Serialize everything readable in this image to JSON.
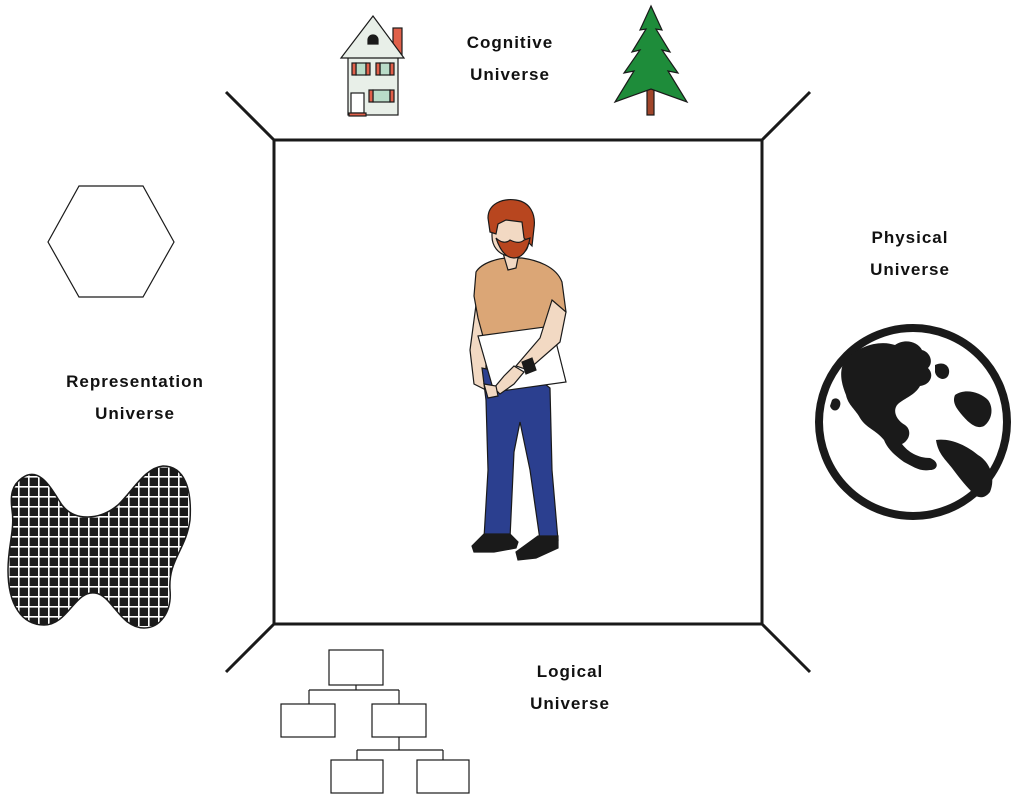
{
  "labels": {
    "cognitive": {
      "line1": "Cognitive",
      "line2": "Universe"
    },
    "physical": {
      "line1": "Physical",
      "line2": "Universe"
    },
    "representation": {
      "line1": "Representation",
      "line2": "Universe"
    },
    "logical": {
      "line1": "Logical",
      "line2": "Universe"
    }
  },
  "colors": {
    "outline": "#1a1a1a",
    "tree_green": "#1e8c3a",
    "tree_trunk": "#a0452a",
    "house_wall": "#e8efe8",
    "house_window": "#b9dcc8",
    "house_shutter": "#e0604a",
    "hair": "#b8461f",
    "shirt": "#dba676",
    "skin": "#f2d9c3",
    "jeans": "#2b3f8f",
    "shoes": "#1a1a1a"
  },
  "icons": [
    "house-icon",
    "tree-icon",
    "globe-icon",
    "hexagon-icon",
    "grid-blob-icon",
    "org-chart-icon",
    "person-figure"
  ]
}
